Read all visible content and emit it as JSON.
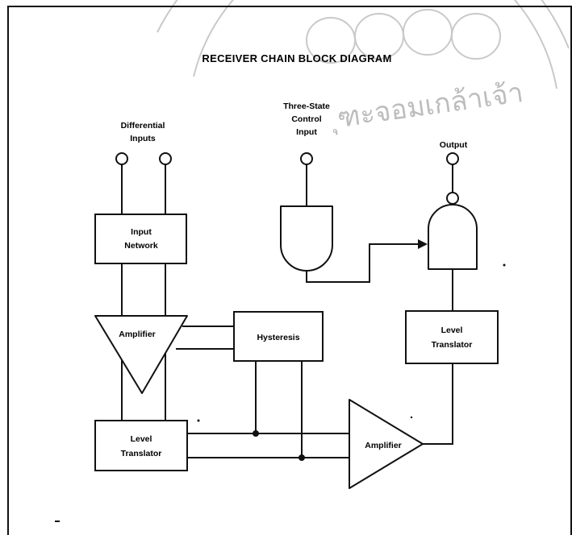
{
  "title": "RECEIVER CHAIN BLOCK DIAGRAM",
  "labels": {
    "differential_inputs": [
      "Differential",
      "Inputs"
    ],
    "three_state": [
      "Three-State",
      "Control",
      "Input"
    ],
    "output": "Output"
  },
  "blocks": {
    "input_network": [
      "Input",
      "Network"
    ],
    "amplifier_1": "Amplifier",
    "hysteresis": "Hysteresis",
    "level_translator_1": [
      "Level",
      "Translator"
    ],
    "amplifier_2": "Amplifier",
    "level_translator_2": [
      "Level",
      "Translator"
    ]
  },
  "watermark": {
    "text": "ุฑะจอมเกล้าเจ้า"
  }
}
